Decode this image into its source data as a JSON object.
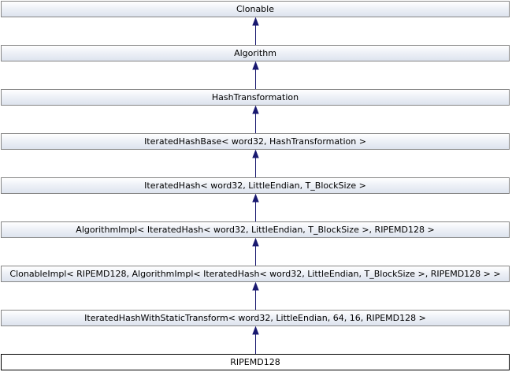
{
  "diagram": {
    "type": "inheritance-graph",
    "colors": {
      "node_border": "#868686",
      "node_fill_top": "#ffffff",
      "node_fill_bottom": "#dde3ee",
      "current_border": "#000000",
      "edge": "#191970"
    },
    "nodes": [
      {
        "label": "Clonable"
      },
      {
        "label": "Algorithm"
      },
      {
        "label": "HashTransformation"
      },
      {
        "label": "IteratedHashBase< word32, HashTransformation >"
      },
      {
        "label": "IteratedHash< word32, LittleEndian, T_BlockSize >"
      },
      {
        "label": "AlgorithmImpl< IteratedHash< word32, LittleEndian, T_BlockSize >, RIPEMD128 >"
      },
      {
        "label": "ClonableImpl< RIPEMD128, AlgorithmImpl< IteratedHash< word32, LittleEndian, T_BlockSize >, RIPEMD128 > >"
      },
      {
        "label": "IteratedHashWithStaticTransform< word32, LittleEndian, 64, 16, RIPEMD128 >"
      },
      {
        "label": "RIPEMD128"
      }
    ]
  }
}
